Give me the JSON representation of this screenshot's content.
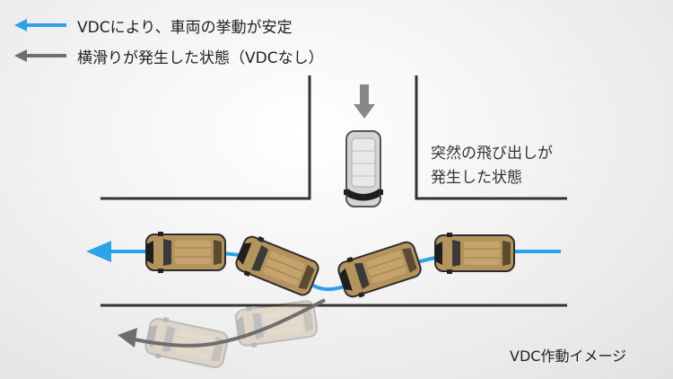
{
  "legend": {
    "items": [
      {
        "label": "VDCにより、車両の挙動が安定",
        "color": "#2aa3e8",
        "icon": "blue-arrow-icon"
      },
      {
        "label": "横滑りが発生した状態（VDCなし）",
        "color": "#6e6e6e",
        "icon": "gray-arrow-icon"
      }
    ]
  },
  "situation": {
    "line1": "突然の飛び出しが",
    "line2": "発生した状態"
  },
  "caption": "VDC作動イメージ",
  "colors": {
    "car_body": "#b4935c",
    "vdc_path": "#2aa3e8",
    "skid_path": "#6e6e6e",
    "road_line": "#333333",
    "van": "#cfcfcf"
  }
}
